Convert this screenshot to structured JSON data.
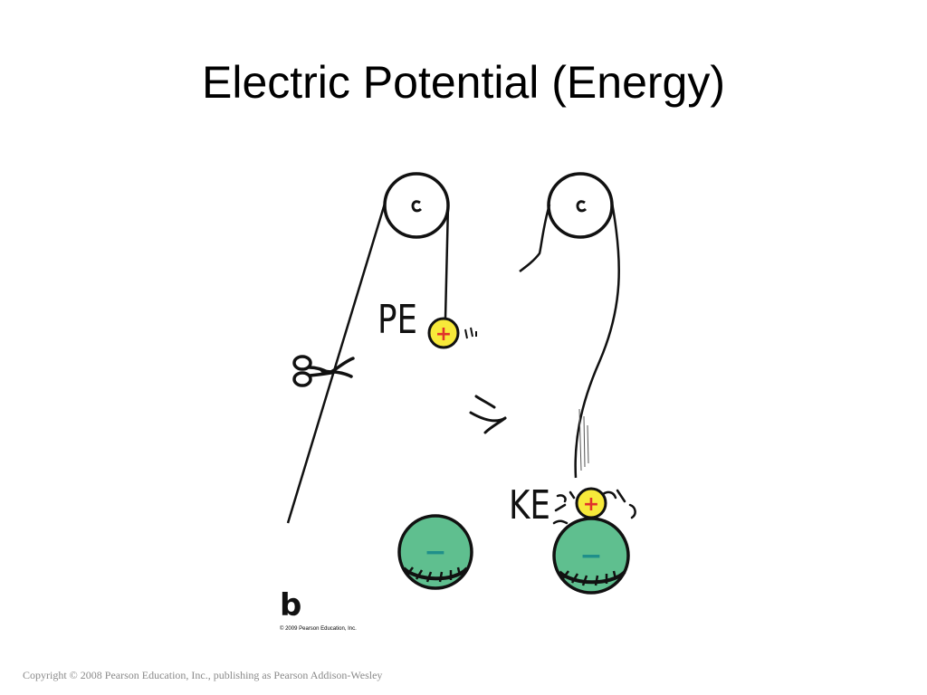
{
  "slide": {
    "title": "Electric Potential (Energy)",
    "footer": "Copyright © 2008 Pearson Education, Inc., publishing as Pearson Addison-Wesley"
  },
  "figure": {
    "panel_label": "b",
    "copyright": "© 2009 Pearson Education, Inc.",
    "left_scene": {
      "energy_label": "PE",
      "charge_sign": "+",
      "ground_charge_sign": "−"
    },
    "right_scene": {
      "energy_label": "KE",
      "charge_sign": "+",
      "ground_charge_sign": "−"
    },
    "colors": {
      "positive_charge_fill": "#f7e93a",
      "positive_sign": "#e0322b",
      "negative_charge_fill": "#5fbf8f",
      "negative_sign": "#1f8f8a",
      "ink": "#111111"
    }
  }
}
